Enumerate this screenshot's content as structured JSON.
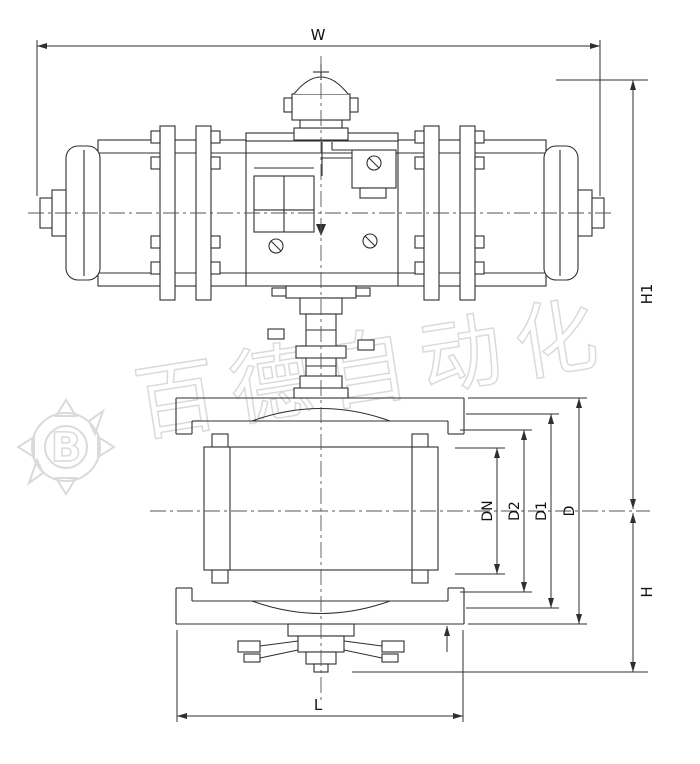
{
  "drawing": {
    "line_color": "#2f2f2f",
    "background": "#ffffff",
    "dimensions": {
      "W": "W",
      "H1": "H1",
      "H": "H",
      "L": "L",
      "DN": "DN",
      "D2": "D2",
      "D1": "D1",
      "D": "D"
    },
    "watermark": {
      "text": "百德自动化",
      "logo_letter": "B",
      "color": "#dadada"
    }
  }
}
